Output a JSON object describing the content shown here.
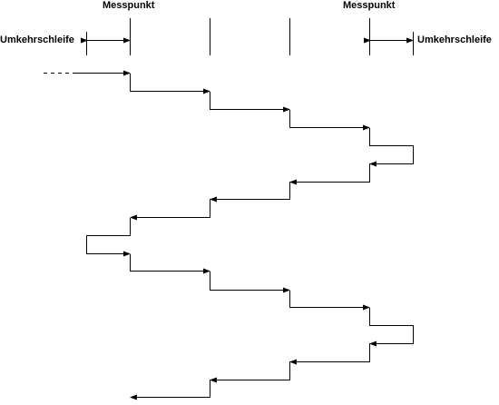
{
  "labels": {
    "messpunkt_left": "Messpunkt",
    "messpunkt_right": "Messpunkt",
    "umkehrschleife_left": "Umkehrschleife",
    "umkehrschleife_right": "Umkehrschleife"
  },
  "colors": {
    "line": "#000000",
    "background": "#ffffff"
  }
}
